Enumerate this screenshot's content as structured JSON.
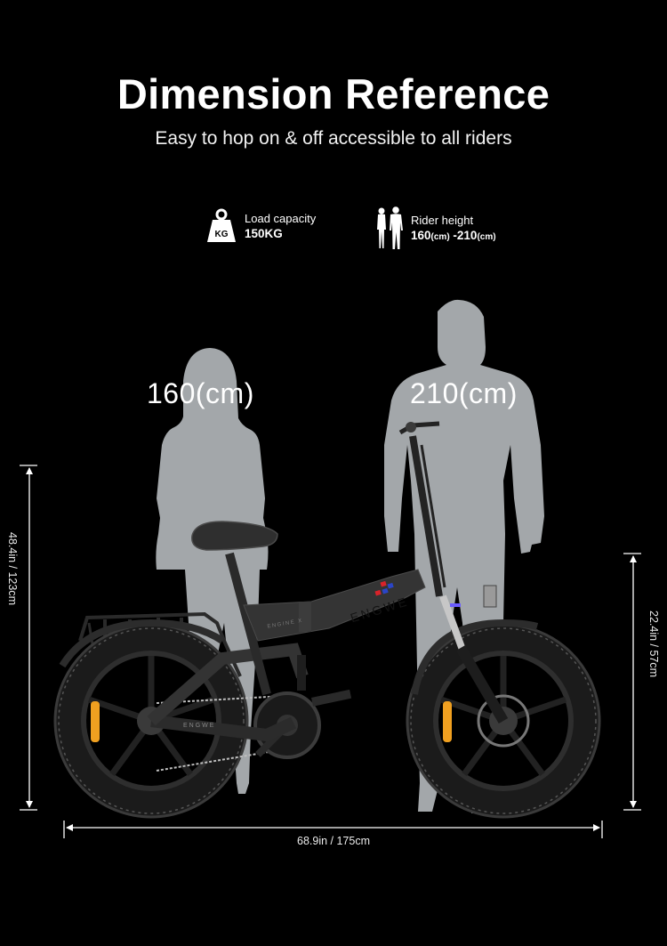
{
  "header": {
    "title": "Dimension Reference",
    "subtitle": "Easy to hop on & off accessible to all riders"
  },
  "specs": {
    "load": {
      "icon": "weight-kg-icon",
      "icon_text": "KG",
      "label": "Load capacity",
      "value": "150KG"
    },
    "rider": {
      "icon": "riders-icon",
      "label": "Rider height",
      "min": "160",
      "min_unit": "(cm)",
      "sep": " -",
      "max": "210",
      "max_unit": "(cm)"
    }
  },
  "silhouettes": {
    "female_height": "160(cm)",
    "male_height": "210(cm)",
    "color": "#a3a7aa"
  },
  "bike": {
    "frame_brand": "ENGWE",
    "model_text": "ENGINE X",
    "accent_red": "#d8232a",
    "accent_blue": "#2b45c7",
    "reflector_color": "#f0a020"
  },
  "dimensions": {
    "overall_height": "48.4in / 123cm",
    "seat_height": "22.4in / 57cm",
    "length": "68.9in / 175cm"
  }
}
